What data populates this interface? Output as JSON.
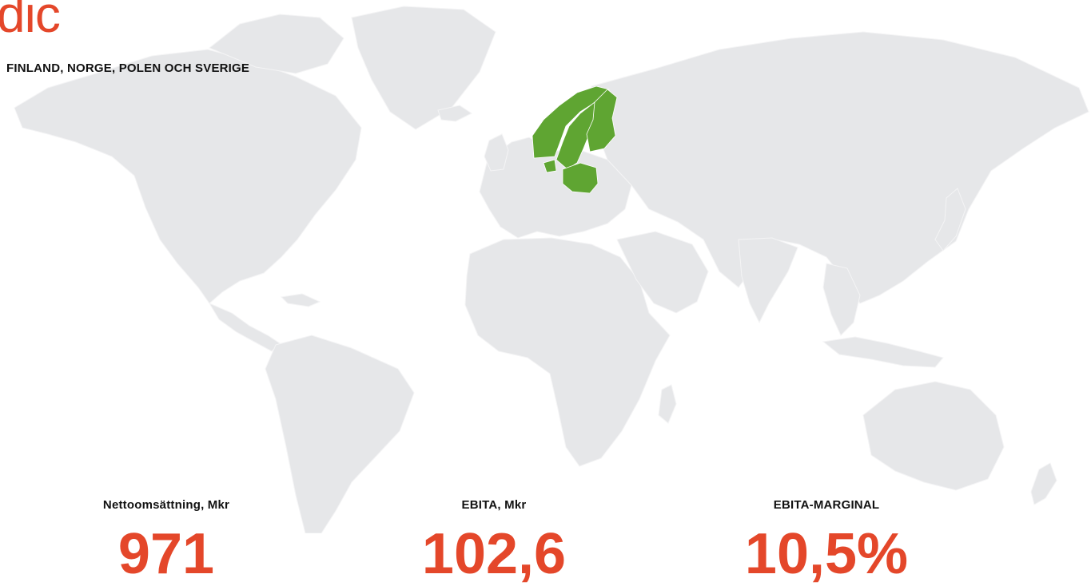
{
  "header": {
    "title": "dic",
    "subtitle": "FINLAND, NORGE, POLEN OCH SVERIGE"
  },
  "map": {
    "highlighted_countries": [
      "Finland",
      "Norge",
      "Polen",
      "Sverige"
    ],
    "land_color": "#e6e7e9",
    "highlight_color": "#5fa532"
  },
  "kpis": [
    {
      "label": "Nettoomsättning, Mkr",
      "value": "971"
    },
    {
      "label": "EBITA, Mkr",
      "value": "102,6"
    },
    {
      "label": "EBITA-MARGINAL",
      "value": "10,5%"
    }
  ],
  "colors": {
    "accent": "#e4472a",
    "text": "#111111"
  }
}
